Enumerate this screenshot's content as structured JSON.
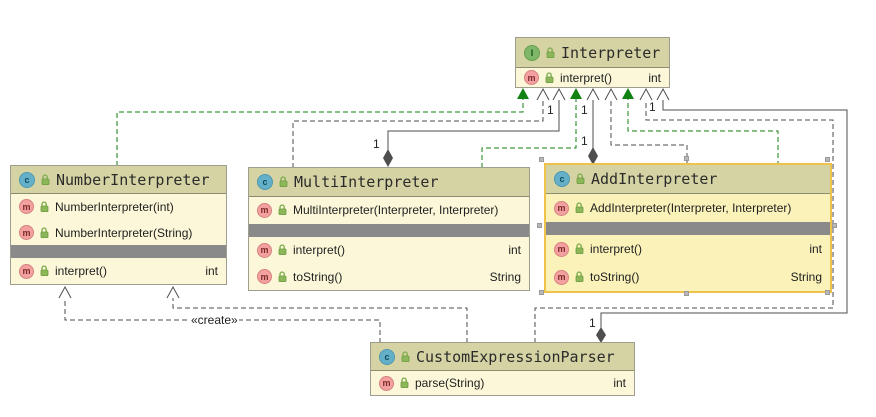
{
  "nodes": {
    "interpreter": {
      "title": "Interpreter",
      "m1": "interpret()",
      "m1t": "int"
    },
    "number": {
      "title": "NumberInterpreter",
      "c1": "NumberInterpreter(int)",
      "c2": "NumberInterpreter(String)",
      "m1": "interpret()",
      "m1t": "int"
    },
    "multi": {
      "title": "MultiInterpreter",
      "c1": "MultiInterpreter(Interpreter, Interpreter)",
      "m1": "interpret()",
      "m1t": "int",
      "m2": "toString()",
      "m2t": "String"
    },
    "add": {
      "title": "AddInterpreter",
      "c1": "AddInterpreter(Interpreter, Interpreter)",
      "m1": "interpret()",
      "m1t": "int",
      "m2": "toString()",
      "m2t": "String"
    },
    "parser": {
      "title": "CustomExpressionParser",
      "m1": "parse(String)",
      "m1t": "int"
    }
  },
  "labels": {
    "create": "«create»",
    "one": "1"
  },
  "colors": {
    "node_header": "#D5D3A3",
    "node_body": "#FBF7D8",
    "selected_body": "#FAF2B9",
    "selection_border": "#EFC34B",
    "implements_edge": "#128212",
    "association_edge": "#4E4E4E",
    "separator": "#8A8A8A"
  },
  "edges": [
    {
      "from": "NumberInterpreter",
      "to": "Interpreter",
      "type": "implements"
    },
    {
      "from": "MultiInterpreter",
      "to": "Interpreter",
      "type": "implements"
    },
    {
      "from": "MultiInterpreter",
      "to": "Interpreter",
      "type": "dependency"
    },
    {
      "from": "MultiInterpreter",
      "to": "Interpreter",
      "type": "aggregation",
      "multiplicity": "1"
    },
    {
      "from": "AddInterpreter",
      "to": "Interpreter",
      "type": "implements"
    },
    {
      "from": "AddInterpreter",
      "to": "Interpreter",
      "type": "dependency"
    },
    {
      "from": "AddInterpreter",
      "to": "Interpreter",
      "type": "aggregation",
      "multiplicity": "1"
    },
    {
      "from": "CustomExpressionParser",
      "to": "Interpreter",
      "type": "dependency"
    },
    {
      "from": "CustomExpressionParser",
      "to": "Interpreter",
      "type": "aggregation",
      "multiplicity": "1"
    },
    {
      "from": "CustomExpressionParser",
      "to": "NumberInterpreter",
      "type": "create"
    },
    {
      "from": "CustomExpressionParser",
      "to": "NumberInterpreter",
      "type": "dependency"
    }
  ]
}
